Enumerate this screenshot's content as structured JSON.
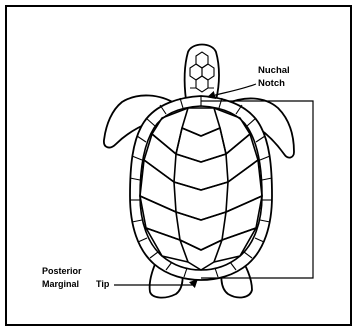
{
  "labels": {
    "nuchal_line1": "Nuchal",
    "nuchal_line2": "Notch",
    "posterior_line1": "Posterior",
    "posterior_line2": "Marginal",
    "posterior_tip": "Tip"
  },
  "colors": {
    "ink": "#000000",
    "background": "#ffffff"
  }
}
